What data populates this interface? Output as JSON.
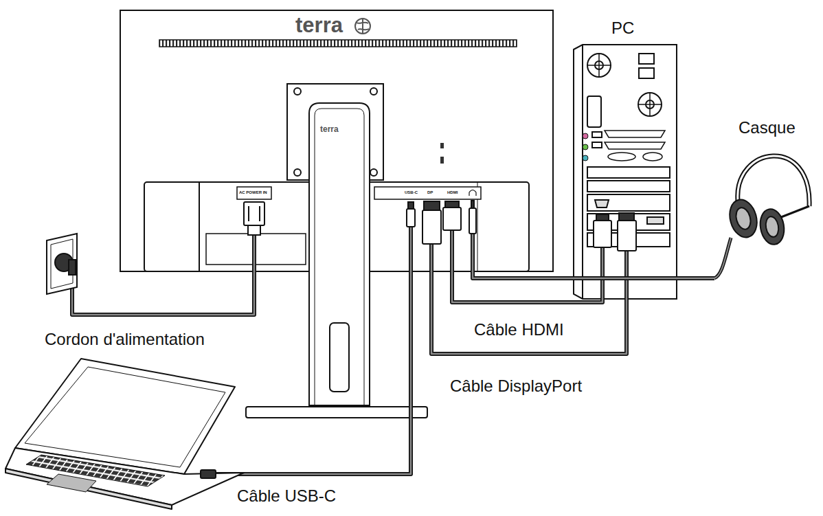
{
  "diagram": {
    "nodes": [
      {
        "text": [
          "terra"
        ]
      },
      {
        "text": [
          "PC"
        ]
      },
      {
        "text": [
          "Casque"
        ]
      }
    ],
    "edges": [
      {
        "from": 0,
        "to": 1,
        "label": "Câble HDMI",
        "arrow": "none"
      },
      {
        "from": 0,
        "to": 1,
        "label": "Câble DisplayPort",
        "arrow": "none"
      },
      {
        "from": 0,
        "to": 2,
        "arrow": "none"
      }
    ],
    "labels": [
      "terra",
      "AC POWER IN",
      "USB-C",
      "DP",
      "HDMI",
      "Cordon d'alimentation",
      "Câble USB-C"
    ]
  }
}
